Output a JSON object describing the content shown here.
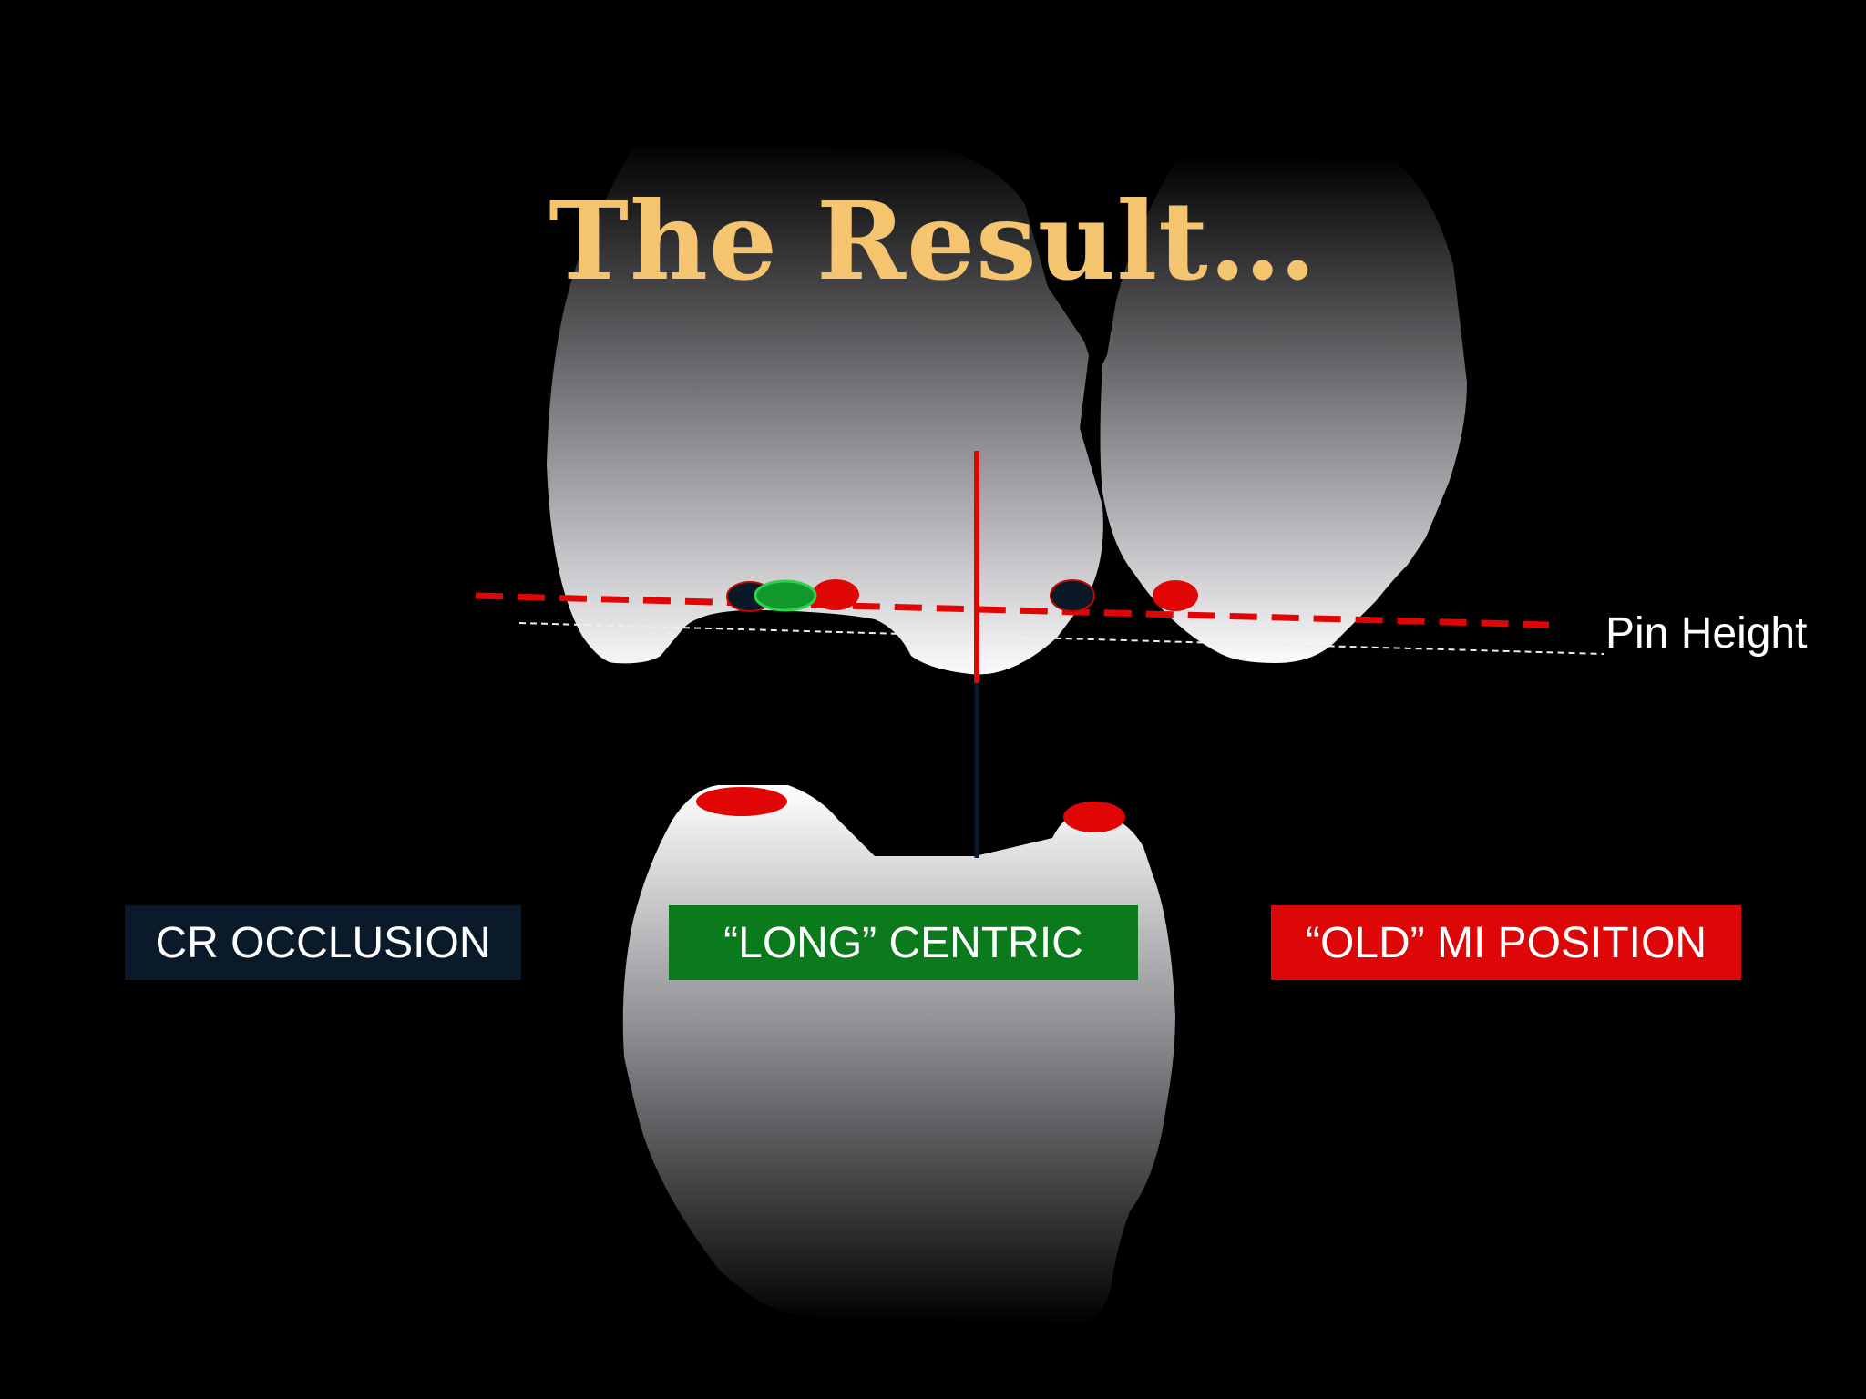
{
  "slide": {
    "title": "The Result…",
    "pin_height_label": "Pin Height",
    "legend": {
      "cr_occlusion": "CR OCCLUSION",
      "long_centric": "“LONG” CENTRIC",
      "old_mi_position": "“OLD” MI POSITION"
    }
  },
  "colors": {
    "background": "#000000",
    "title": "#f5c46e",
    "cr_box": "#0a1a2b",
    "long_box": "#0a7a1d",
    "old_box": "#dd0707",
    "red_marker": "#e10606",
    "green_marker": "#109a2b",
    "navy_marker": "#0b1828"
  }
}
